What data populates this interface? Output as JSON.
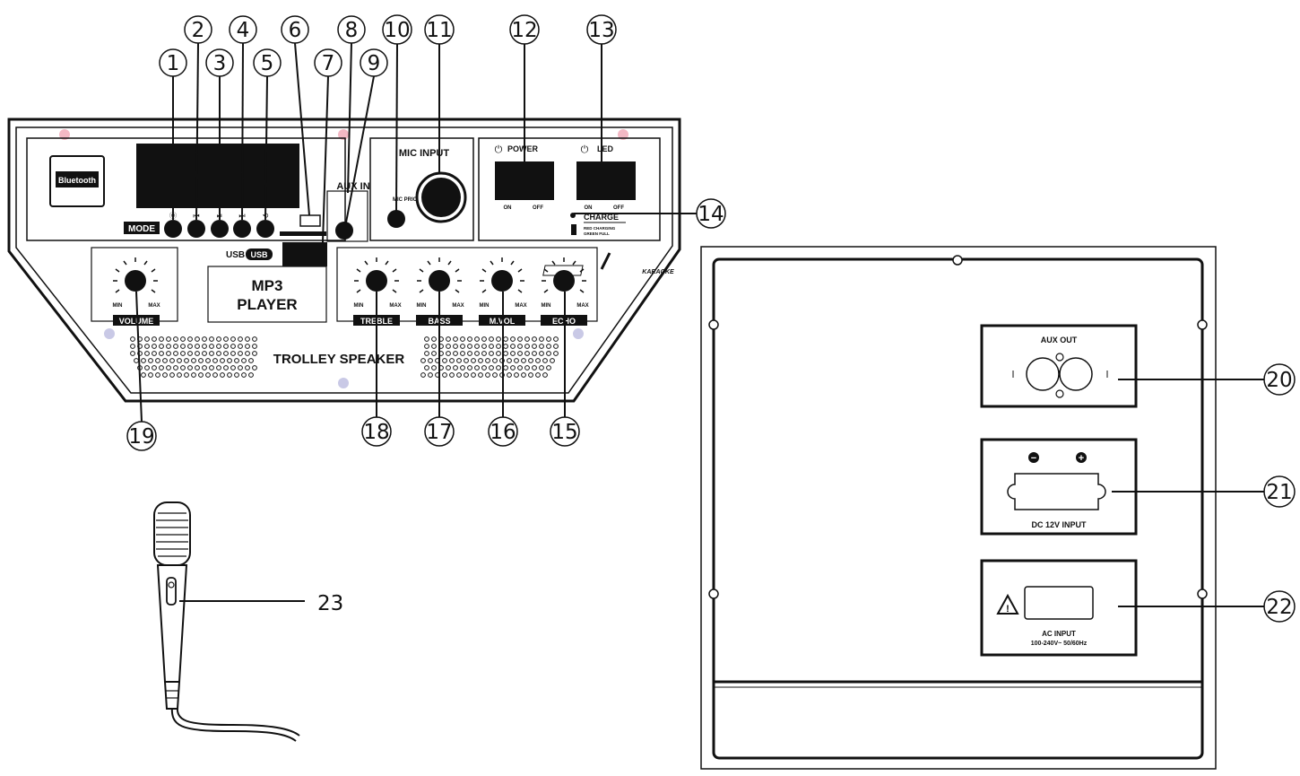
{
  "front_panel": {
    "bluetooth_logo": "Bluetooth",
    "mode_label": "MODE",
    "aux_in_label": "AUX IN",
    "mic_input_label": "MIC INPUT",
    "mic_prio_label": "MIC PRIO",
    "power_label": "POWER",
    "led_label": "LED",
    "on_label": "ON",
    "off_label": "OFF",
    "charge_label": "CHARGE",
    "charge_sub1": "RED CHARGING",
    "charge_sub2": "GREEN FULL",
    "usb_label": "USB",
    "usb_badge": "USB",
    "mp3_line1": "MP3",
    "mp3_line2": "PLAYER",
    "min_label": "MIN",
    "max_label": "MAX",
    "volume_label": "VOLUME",
    "treble_label": "TREBLE",
    "bass_label": "BASS",
    "mvol_label": "M.VOL",
    "echo_label": "ECHO",
    "karaoke_label": "KARAOKE",
    "trolley_label": "TROLLEY SPEAKER"
  },
  "rear_panel": {
    "aux_out_label": "AUX OUT",
    "minus_sign": "−",
    "plus_sign": "+",
    "dc_input_label": "DC 12V INPUT",
    "ac_input_label": "AC INPUT",
    "ac_input_spec": "100-240V~ 50/60Hz",
    "warning_symbol": "!"
  },
  "callouts": {
    "n1": "1",
    "n2": "2",
    "n3": "3",
    "n4": "4",
    "n5": "5",
    "n6": "6",
    "n7": "7",
    "n8": "8",
    "n9": "9",
    "n10": "10",
    "n11": "11",
    "n12": "12",
    "n13": "13",
    "n14": "14",
    "n15": "15",
    "n16": "16",
    "n17": "17",
    "n18": "18",
    "n19": "19",
    "n20": "20",
    "n21": "21",
    "n22": "22",
    "n23": "23"
  }
}
